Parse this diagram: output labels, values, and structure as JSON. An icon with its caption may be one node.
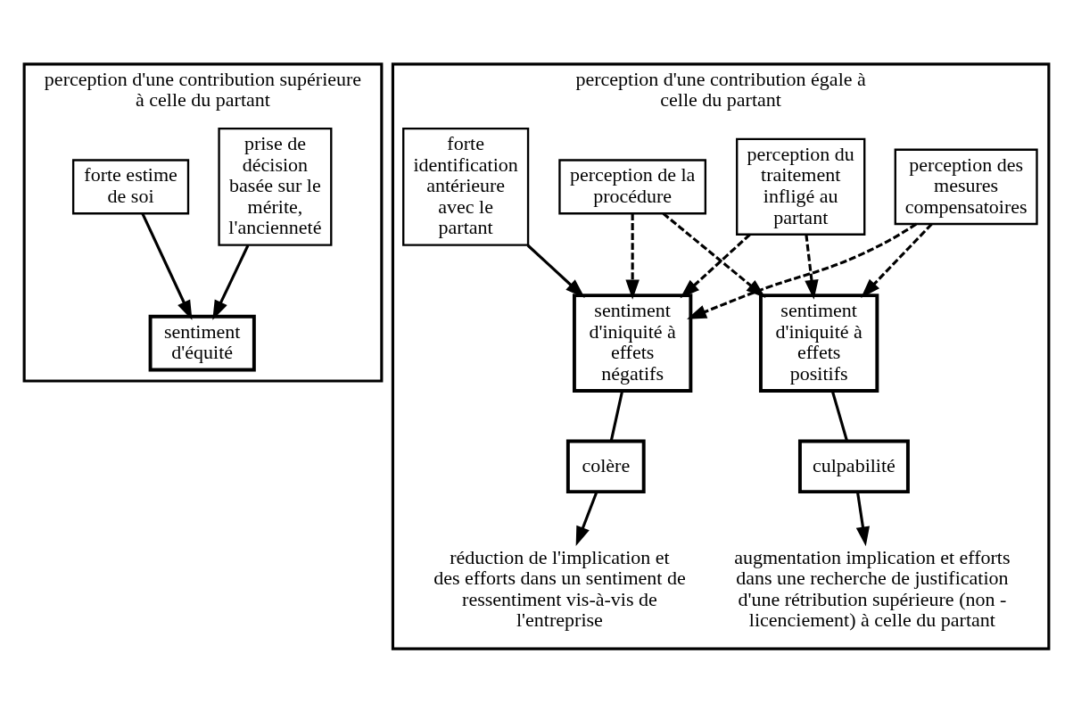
{
  "diagram": {
    "nodes": [
      {
        "text": [
          "perception d'une contribution supérieure à celle du partant"
        ]
      },
      {
        "text": [
          "prise de décision basée sur le mérite, l'ancienneté"
        ],
        "in": 0
      },
      {
        "text": [
          "forte estime de soi"
        ],
        "in": 0
      },
      {
        "text": [
          "sentiment d'équité"
        ],
        "in": 0
      },
      {
        "text": [
          "perception d'une contribution égale à celle du partant"
        ]
      },
      {
        "text": [
          "perception du traitement infligé au partant"
        ],
        "in": 4
      },
      {
        "text": [
          "perception de la procédure"
        ],
        "in": 4
      },
      {
        "text": [
          "perception des mesures compensatoires"
        ],
        "in": 4
      },
      {
        "text": [
          "forte identification antérieure avec le partant"
        ],
        "in": 4
      },
      {
        "text": [
          "sentiment d'iniquité à effets positifs"
        ],
        "in": 4
      },
      {
        "text": [
          "sentiment d'iniquité à effets négatifs"
        ],
        "in": 4
      },
      {
        "text": [
          "culpabilité"
        ],
        "in": 4
      },
      {
        "text": [
          "colère"
        ],
        "in": 4
      },
      {
        "text": [
          "augmentation implication et efforts dans une recherche de justification d'une rétribution supérieure (non - licenciement) à celle du partant"
        ],
        "in": 4
      },
      {
        "text": [
          "réduction de l'implication et des efforts dans un sentiment de ressentiment vis-à-vis de l'entreprise"
        ],
        "in": 4
      }
    ],
    "edges": [
      {
        "from": 1,
        "to": 3,
        "arrow": "to"
      },
      {
        "from": 2,
        "to": 3,
        "arrow": "to"
      },
      {
        "from": 5,
        "to": 9,
        "arrow": "to",
        "style": "dashed"
      },
      {
        "from": 5,
        "to": 10,
        "arrow": "to",
        "style": "dashed"
      },
      {
        "from": 6,
        "to": 9,
        "arrow": "to",
        "style": "dashed"
      },
      {
        "from": 6,
        "to": 10,
        "arrow": "to",
        "style": "dashed"
      },
      {
        "from": 7,
        "to": 9,
        "arrow": "to",
        "style": "dashed"
      },
      {
        "from": 7,
        "to": 10,
        "arrow": "to",
        "style": "dashed"
      },
      {
        "from": 8,
        "to": 10,
        "arrow": "to"
      },
      {
        "from": 9,
        "to": 11,
        "arrow": "none"
      },
      {
        "from": 10,
        "to": 12,
        "arrow": "none"
      },
      {
        "from": 11,
        "to": 13,
        "arrow": "to"
      },
      {
        "from": 12,
        "to": 14,
        "arrow": "to"
      }
    ]
  }
}
